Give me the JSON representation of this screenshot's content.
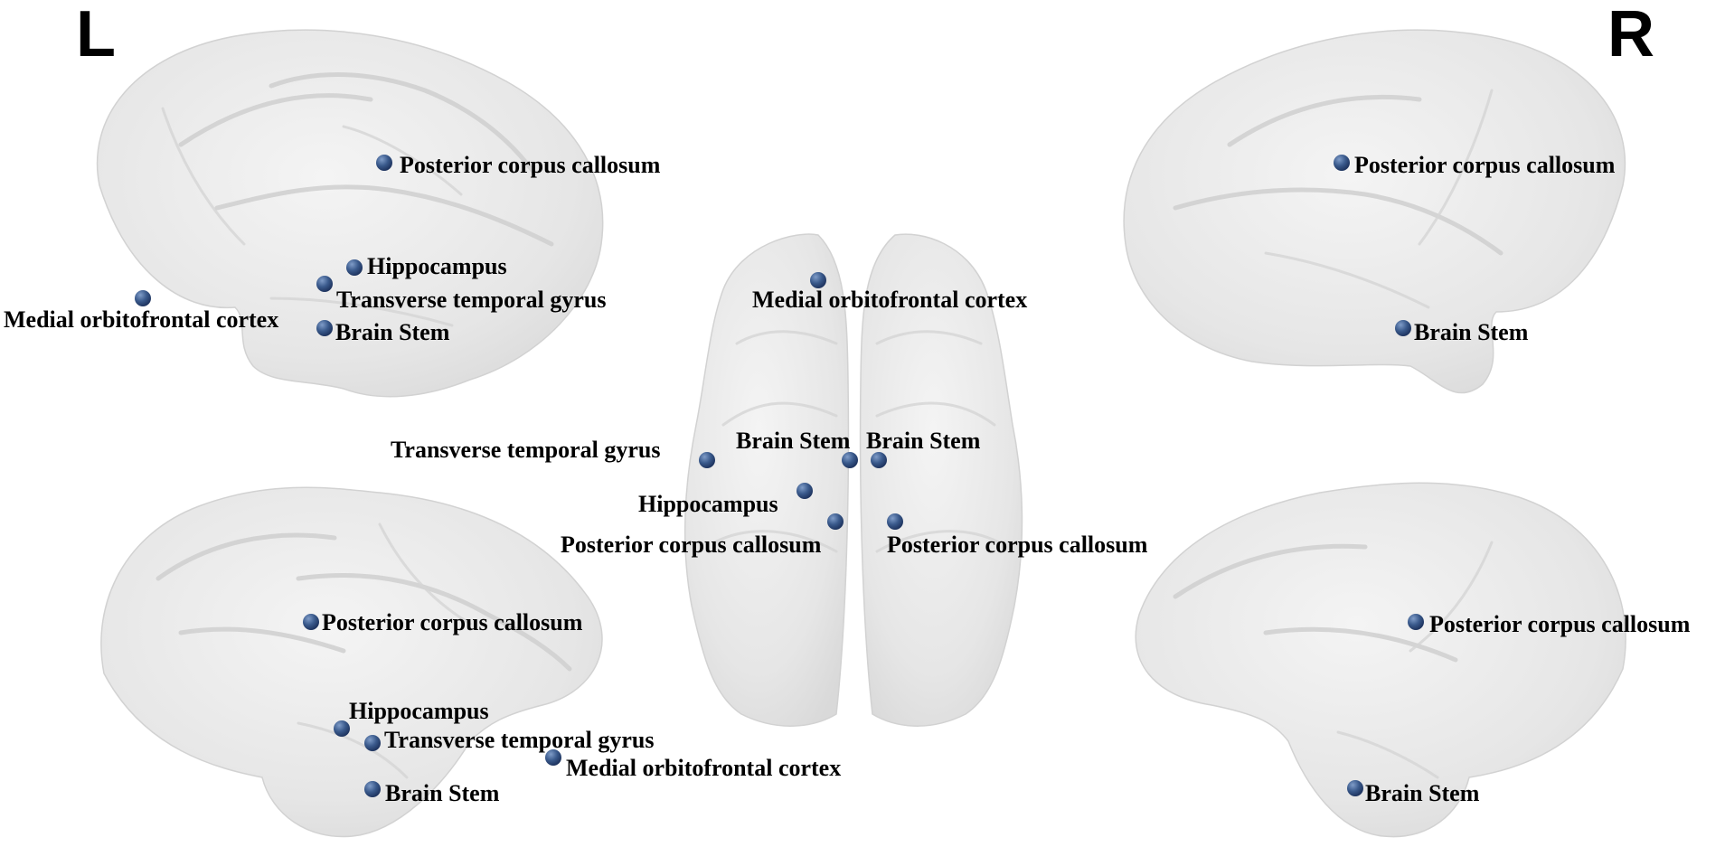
{
  "side_labels": {
    "left": "L",
    "right": "R"
  },
  "node_color": "#3a5a8c",
  "node_color_dark": "#1f3560",
  "views": [
    {
      "id": "left-lateral",
      "nodes": [
        {
          "label": "Posterior corpus callosum"
        },
        {
          "label": "Hippocampus"
        },
        {
          "label": "Transverse temporal gyrus"
        },
        {
          "label": "Medial orbitofrontal cortex"
        },
        {
          "label": "Brain Stem"
        }
      ]
    },
    {
      "id": "left-medial",
      "nodes": [
        {
          "label": "Posterior corpus callosum"
        },
        {
          "label": "Hippocampus"
        },
        {
          "label": "Transverse temporal gyrus"
        },
        {
          "label": "Medial orbitofrontal cortex"
        },
        {
          "label": "Brain Stem"
        }
      ]
    },
    {
      "id": "dorsal",
      "nodes": [
        {
          "label": "Medial orbitofrontal cortex"
        },
        {
          "label": "Transverse temporal gyrus"
        },
        {
          "label": "Brain Stem"
        },
        {
          "label": "Brain Stem"
        },
        {
          "label": "Hippocampus"
        },
        {
          "label": "Posterior corpus callosum"
        },
        {
          "label": "Posterior corpus callosum"
        }
      ]
    },
    {
      "id": "right-lateral",
      "nodes": [
        {
          "label": "Posterior corpus callosum"
        },
        {
          "label": "Brain Stem"
        }
      ]
    },
    {
      "id": "right-medial",
      "nodes": [
        {
          "label": "Posterior corpus callosum"
        },
        {
          "label": "Brain Stem"
        }
      ]
    }
  ]
}
